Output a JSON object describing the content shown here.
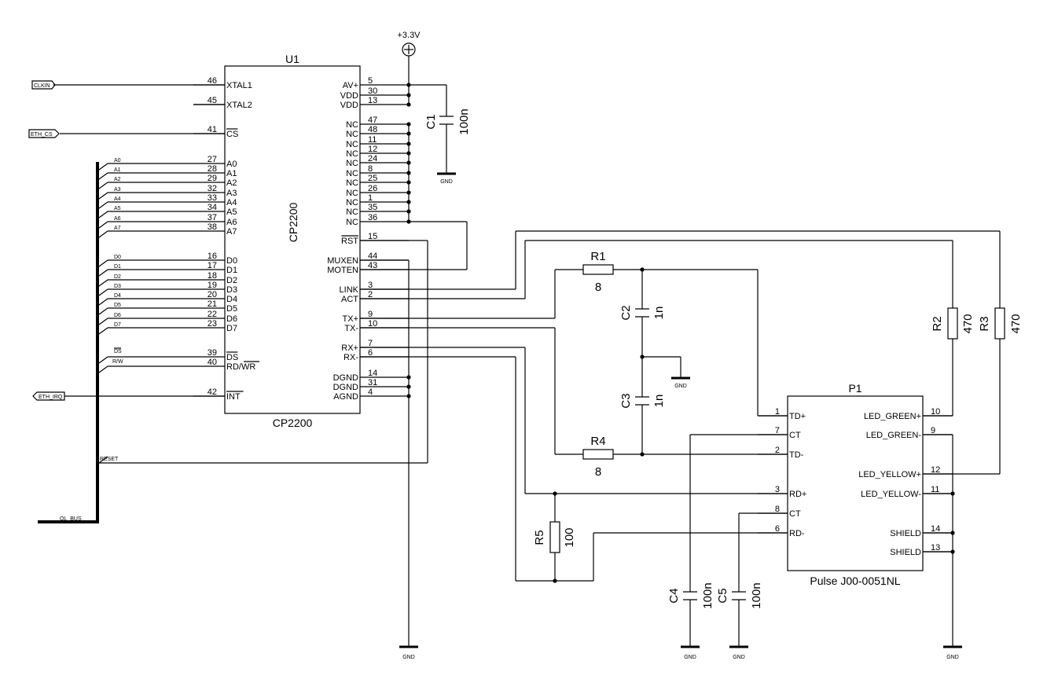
{
  "u1": {
    "ref": "U1",
    "value": "CP2200",
    "part": "CP2200",
    "left_pins": [
      {
        "num": "46",
        "name": "XTAL1"
      },
      {
        "num": "45",
        "name": "XTAL2"
      },
      {
        "num": "41",
        "name": "CS"
      },
      {
        "num": "27",
        "name": "A0"
      },
      {
        "num": "28",
        "name": "A1"
      },
      {
        "num": "29",
        "name": "A2"
      },
      {
        "num": "32",
        "name": "A3"
      },
      {
        "num": "33",
        "name": "A4"
      },
      {
        "num": "34",
        "name": "A5"
      },
      {
        "num": "37",
        "name": "A6"
      },
      {
        "num": "38",
        "name": "A7"
      },
      {
        "num": "16",
        "name": "D0"
      },
      {
        "num": "17",
        "name": "D1"
      },
      {
        "num": "18",
        "name": "D2"
      },
      {
        "num": "19",
        "name": "D3"
      },
      {
        "num": "20",
        "name": "D4"
      },
      {
        "num": "21",
        "name": "D5"
      },
      {
        "num": "22",
        "name": "D6"
      },
      {
        "num": "23",
        "name": "D7"
      },
      {
        "num": "39",
        "name": "DS"
      },
      {
        "num": "40",
        "name": "RD/WR"
      },
      {
        "num": "42",
        "name": "INT"
      }
    ],
    "right_pins": [
      {
        "num": "5",
        "name": "AV+"
      },
      {
        "num": "30",
        "name": "VDD"
      },
      {
        "num": "13",
        "name": "VDD"
      },
      {
        "num": "47",
        "name": "NC"
      },
      {
        "num": "48",
        "name": "NC"
      },
      {
        "num": "11",
        "name": "NC"
      },
      {
        "num": "12",
        "name": "NC"
      },
      {
        "num": "24",
        "name": "NC"
      },
      {
        "num": "8",
        "name": "NC"
      },
      {
        "num": "25",
        "name": "NC"
      },
      {
        "num": "26",
        "name": "NC"
      },
      {
        "num": "1",
        "name": "NC"
      },
      {
        "num": "35",
        "name": "NC"
      },
      {
        "num": "36",
        "name": "NC"
      },
      {
        "num": "15",
        "name": "RST"
      },
      {
        "num": "44",
        "name": "MUXEN"
      },
      {
        "num": "43",
        "name": "MOTEN"
      },
      {
        "num": "3",
        "name": "LINK"
      },
      {
        "num": "2",
        "name": "ACT"
      },
      {
        "num": "9",
        "name": "TX+"
      },
      {
        "num": "10",
        "name": "TX-"
      },
      {
        "num": "7",
        "name": "RX+"
      },
      {
        "num": "6",
        "name": "RX-"
      },
      {
        "num": "14",
        "name": "DGND"
      },
      {
        "num": "31",
        "name": "DGND"
      },
      {
        "num": "4",
        "name": "AGND"
      }
    ]
  },
  "p1": {
    "ref": "P1",
    "part": "Pulse J00-0051NL",
    "left_pins": [
      {
        "num": "1",
        "name": "TD+"
      },
      {
        "num": "7",
        "name": "CT"
      },
      {
        "num": "2",
        "name": "TD-"
      },
      {
        "num": "3",
        "name": "RD+"
      },
      {
        "num": "8",
        "name": "CT"
      },
      {
        "num": "6",
        "name": "RD-"
      }
    ],
    "right_pins": [
      {
        "num": "10",
        "name": "LED_GREEN+"
      },
      {
        "num": "9",
        "name": "LED_GREEN-"
      },
      {
        "num": "12",
        "name": "LED_YELLOW+"
      },
      {
        "num": "11",
        "name": "LED_YELLOW-"
      },
      {
        "num": "14",
        "name": "SHIELD"
      },
      {
        "num": "13",
        "name": "SHIELD"
      }
    ]
  },
  "components": {
    "c1": {
      "ref": "C1",
      "value": "100n"
    },
    "c2": {
      "ref": "C2",
      "value": "1n"
    },
    "c3": {
      "ref": "C3",
      "value": "1n"
    },
    "c4": {
      "ref": "C4",
      "value": "100n"
    },
    "c5": {
      "ref": "C5",
      "value": "100n"
    },
    "r1": {
      "ref": "R1",
      "value": "8"
    },
    "r2": {
      "ref": "R2",
      "value": "470"
    },
    "r3": {
      "ref": "R3",
      "value": "470"
    },
    "r4": {
      "ref": "R4",
      "value": "8"
    },
    "r5": {
      "ref": "R5",
      "value": "100"
    }
  },
  "power": {
    "supply": "+3.3V",
    "gnd": "GND"
  },
  "nets": {
    "clkin": "CLKIN",
    "eth_cs": "ETH_CS",
    "eth_irq": "ETH_IRQ",
    "ds": "DS",
    "rw": "R/W",
    "reset": "RESET",
    "bus": "OL_BUS",
    "addr": [
      "A0",
      "A1",
      "A2",
      "A3",
      "A4",
      "A5",
      "A6",
      "A7"
    ],
    "data": [
      "D0",
      "D1",
      "D2",
      "D3",
      "D4",
      "D5",
      "D6",
      "D7"
    ]
  }
}
